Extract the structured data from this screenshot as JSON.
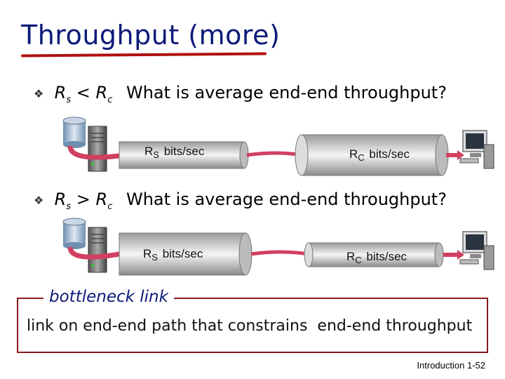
{
  "title": "Throughput (more)",
  "bullets": [
    {
      "marker": "❖",
      "relation": {
        "left": "R",
        "left_sub": "s",
        "op": "<",
        "right": "R",
        "right_sub": "c"
      },
      "question": "What is average end-end throughput?",
      "pipe_left_label": {
        "main": "R",
        "sub": "S",
        "rest": "bits/sec"
      },
      "pipe_right_label": {
        "main": "R",
        "sub": "C",
        "rest": "bits/sec"
      }
    },
    {
      "marker": "❖",
      "relation": {
        "left": "R",
        "left_sub": "s",
        "op": ">",
        "right": "R",
        "right_sub": "c"
      },
      "question": "What is average end-end throughput?",
      "pipe_left_label": {
        "main": "R",
        "sub": "S",
        "rest": "bits/sec"
      },
      "pipe_right_label": {
        "main": "R",
        "sub": "C",
        "rest": "bits/sec"
      }
    }
  ],
  "definition": {
    "term": "bottleneck link",
    "text": "link on end-end path that constrains  end-end throughput"
  },
  "footer": {
    "section": "Introduction",
    "page": "1-52"
  },
  "colors": {
    "title": "#0d1a78",
    "underline": "#b01010",
    "arrow": "#d14060",
    "box_border": "#8a1a1a"
  }
}
